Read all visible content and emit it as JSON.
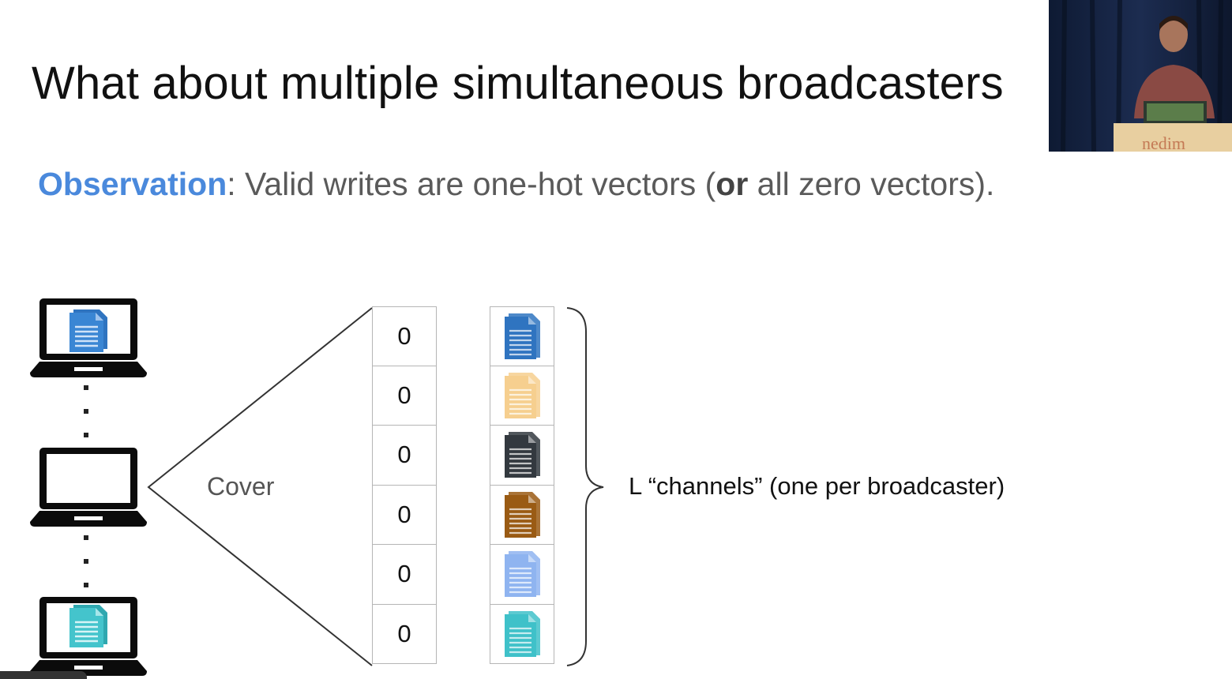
{
  "slide": {
    "title": "What about multiple simultaneous broadcasters",
    "observation": {
      "key": "Observation",
      "text_before": ": Valid writes are one-hot vectors (",
      "or_word": "or",
      "text_after": " all zero vectors)."
    }
  },
  "diagram": {
    "cover_label": "Cover",
    "channels_label": "L “channels” (one per broadcaster)",
    "vector_cells": [
      "0",
      "0",
      "0",
      "0",
      "0",
      "0"
    ],
    "channel_doc_colors": [
      "#2f74c0",
      "#f6cf8f",
      "#33393f",
      "#9a5b14",
      "#8fb4f0",
      "#3fc1c9"
    ],
    "laptop_doc_colors": [
      "#2f74c0",
      "",
      "#3fc1c9"
    ]
  },
  "colors": {
    "accent": "#4a89dc",
    "text": "#111111",
    "muted": "#5a5a5a"
  }
}
